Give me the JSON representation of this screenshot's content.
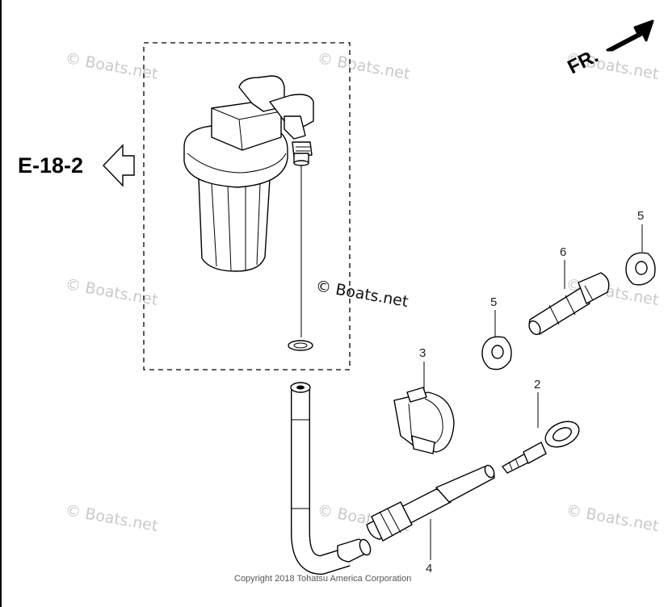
{
  "diagram": {
    "reference_label": "E-18-2",
    "front_label": "FR.",
    "watermark": "© Boats.net",
    "copyright": "Copyright 2018 Tohatsu America Corporation",
    "callouts": [
      "2",
      "3",
      "4",
      "5",
      "5",
      "6"
    ],
    "colors": {
      "line": "#000000",
      "watermark": "#c9c9c9",
      "background": "#ffffff"
    }
  }
}
